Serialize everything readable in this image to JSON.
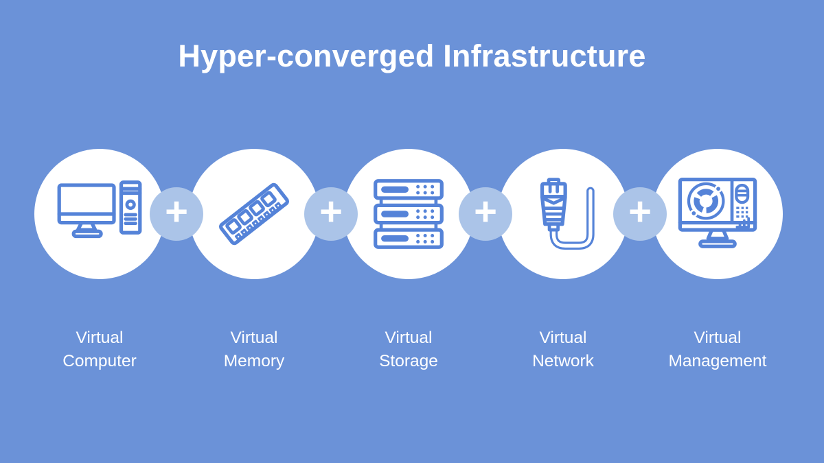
{
  "title": "Hyper-converged Infrastructure",
  "connector_symbol": "+",
  "colors": {
    "background": "#6b92d8",
    "circle_fill": "#ffffff",
    "icon_stroke": "#5583d8",
    "plus_circle": "#abc4e8",
    "plus_sign": "#ffffff",
    "text": "#ffffff"
  },
  "nodes": [
    {
      "id": "virtual-computer",
      "icon": "desktop-computer-icon",
      "label_line1": "Virtual",
      "label_line2": "Computer"
    },
    {
      "id": "virtual-memory",
      "icon": "ram-memory-icon",
      "label_line1": "Virtual",
      "label_line2": "Memory"
    },
    {
      "id": "virtual-storage",
      "icon": "server-stack-icon",
      "label_line1": "Virtual",
      "label_line2": "Storage"
    },
    {
      "id": "virtual-network",
      "icon": "ethernet-cable-icon",
      "label_line1": "Virtual",
      "label_line2": "Network"
    },
    {
      "id": "virtual-management",
      "icon": "management-dashboard-icon",
      "label_line1": "Virtual",
      "label_line2": "Management"
    }
  ]
}
